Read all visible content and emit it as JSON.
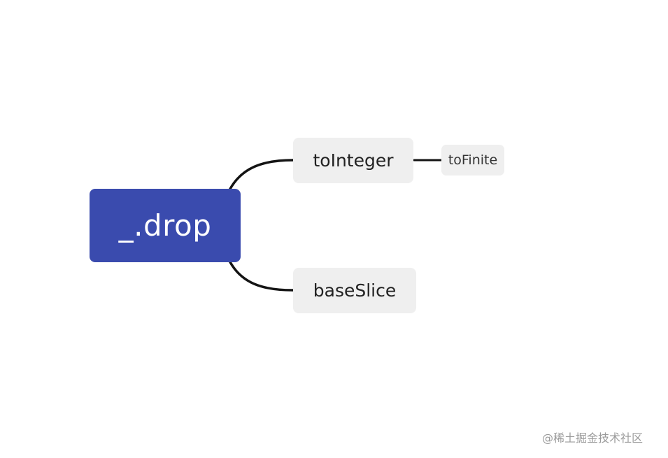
{
  "colors": {
    "root_fill": "#3a4bae",
    "node_fill": "#efefef",
    "connector": "#141414"
  },
  "mindmap": {
    "root": {
      "label": "_.drop"
    },
    "children": [
      {
        "label": "toInteger",
        "children": [
          {
            "label": "toFinite"
          }
        ]
      },
      {
        "label": "baseSlice"
      }
    ]
  },
  "watermark": "@稀土掘金技术社区"
}
